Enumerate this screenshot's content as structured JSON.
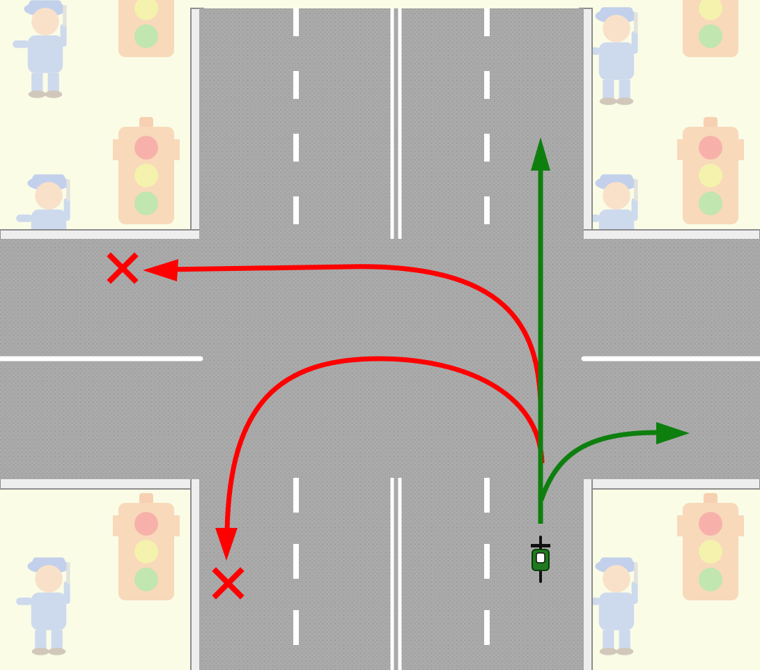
{
  "scene": {
    "background_color": "#fafce6",
    "road_color": "#a9a9a9",
    "curb_color": "#ededed",
    "marking_color": "#ffffff",
    "decoration_icons": [
      "traffic-light-icon",
      "traffic-officer-icon"
    ]
  },
  "vehicle": {
    "kind": "motorcycle-icon",
    "color": "#1f7a1f"
  },
  "maneuvers": [
    {
      "id": "straight",
      "allowed": true,
      "color": "#0e7f0e"
    },
    {
      "id": "right-turn",
      "allowed": true,
      "color": "#0e7f0e"
    },
    {
      "id": "left-turn",
      "allowed": false,
      "color": "#ff0000",
      "marker": "cross-icon"
    },
    {
      "id": "u-turn",
      "allowed": false,
      "color": "#ff0000",
      "marker": "cross-icon"
    }
  ]
}
